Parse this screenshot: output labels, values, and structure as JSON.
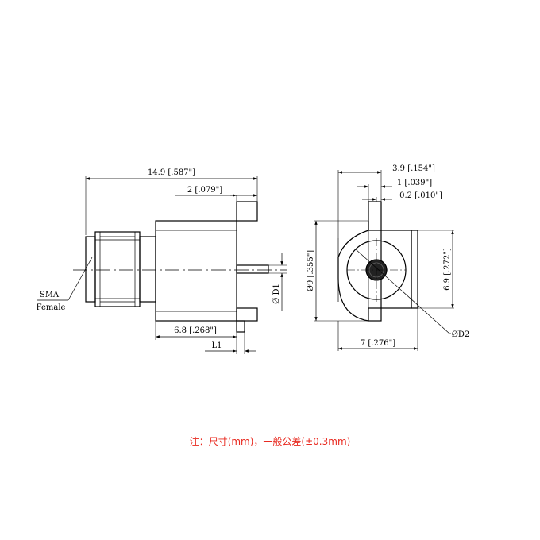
{
  "side_view": {
    "overall_length": "14.9 [.587\"]",
    "flange_offset": "2 [.079\"]",
    "body_length": "6.8 [.268\"]",
    "pin_length_label": "L1",
    "pin_diameter_label": "Ø D1",
    "connector_label_line1": "SMA",
    "connector_label_line2": "Female"
  },
  "front_view": {
    "top_width": "3.9 [.154\"]",
    "top_offset": "1 [.039\"]",
    "gap": "0.2 [.010\"]",
    "height": "Ø9 [.355\"]",
    "inner_height": "6.9 [.272\"]",
    "width": "7 [.276\"]",
    "hole_diameter_label": "ØD2"
  },
  "note": {
    "text": "注：尺寸(mm)，一般公差(±0.3mm)",
    "color": "#e8281e"
  }
}
